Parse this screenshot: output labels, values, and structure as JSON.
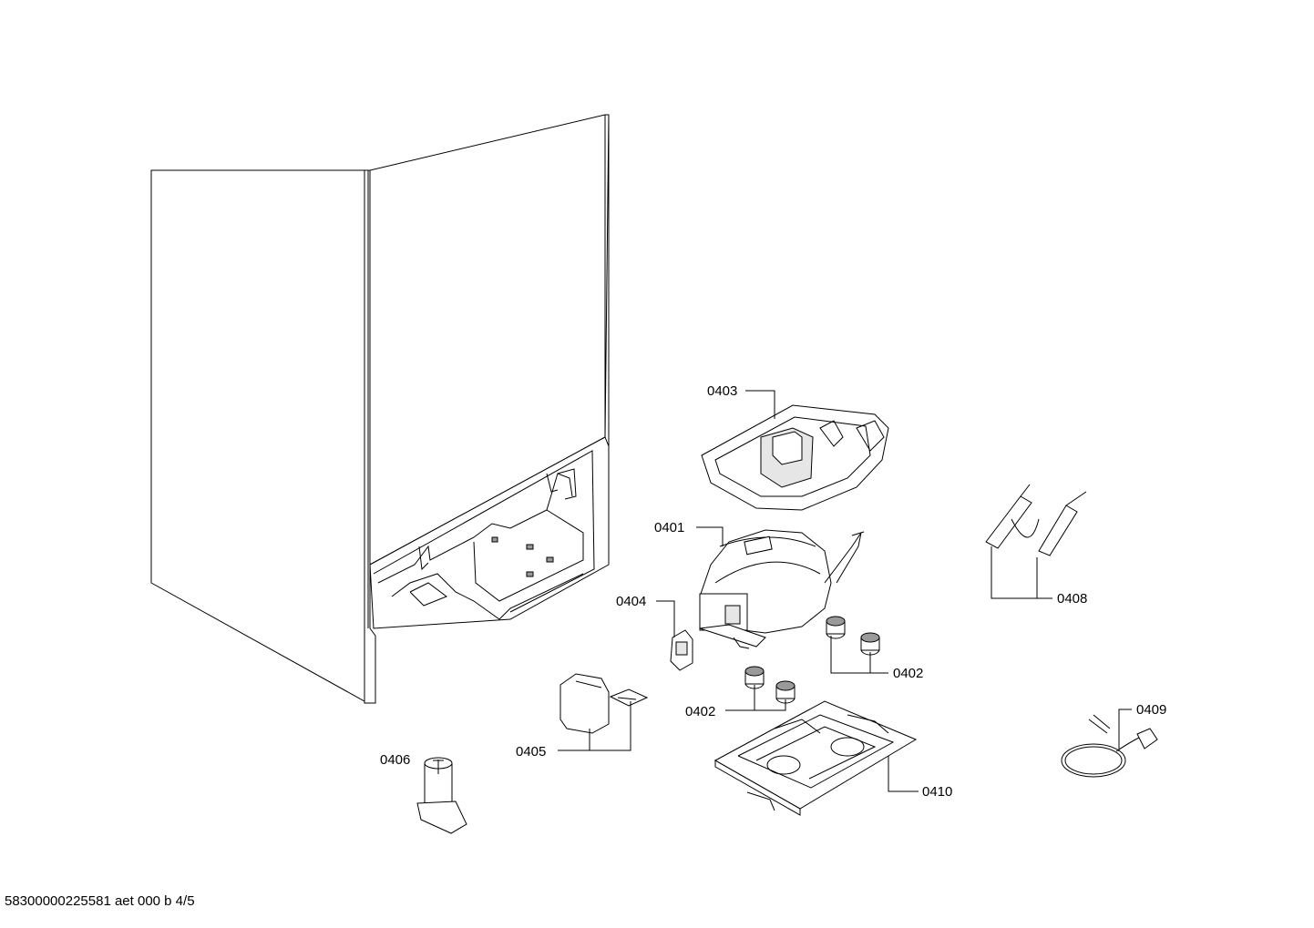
{
  "labels": {
    "p0401": "0401",
    "p0402a": "0402",
    "p0402b": "0402",
    "p0403": "0403",
    "p0404": "0404",
    "p0405": "0405",
    "p0406": "0406",
    "p0408": "0408",
    "p0409": "0409",
    "p0410": "0410"
  },
  "footer": "58300000225581 aet 000 b 4/5"
}
